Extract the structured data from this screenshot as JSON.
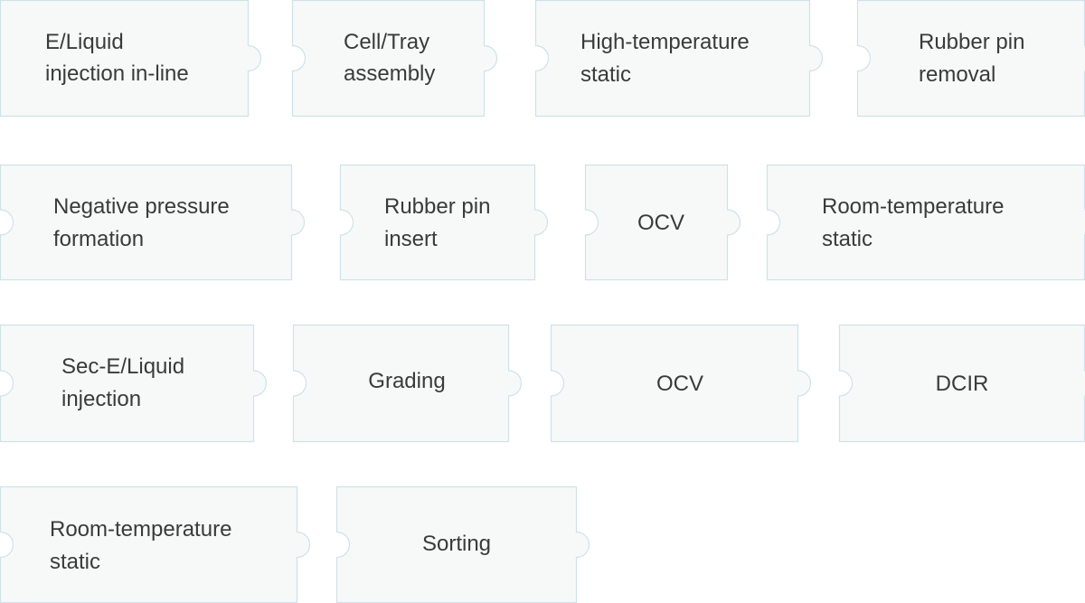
{
  "colors": {
    "card_fill": "#f7f9f9",
    "card_stroke": "#cfe2e8",
    "text": "#3a3a3a"
  },
  "steps": [
    {
      "label": [
        "E/Liquid",
        "injection in-line"
      ]
    },
    {
      "label": [
        "Cell/Tray",
        "assembly"
      ]
    },
    {
      "label": [
        "High-temperature",
        "static"
      ]
    },
    {
      "label": [
        "Rubber pin",
        "removal"
      ]
    },
    {
      "label": [
        "Negative pressure",
        "formation"
      ]
    },
    {
      "label": [
        "Rubber pin",
        "insert"
      ]
    },
    {
      "label": [
        "OCV"
      ]
    },
    {
      "label": [
        "Room-temperature",
        "static"
      ]
    },
    {
      "label": [
        "Sec-E/Liquid",
        "injection"
      ]
    },
    {
      "label": [
        "Grading"
      ]
    },
    {
      "label": [
        "OCV"
      ]
    },
    {
      "label": [
        "DCIR"
      ]
    },
    {
      "label": [
        "Room-temperature",
        "static"
      ]
    },
    {
      "label": [
        "Sorting"
      ]
    }
  ]
}
